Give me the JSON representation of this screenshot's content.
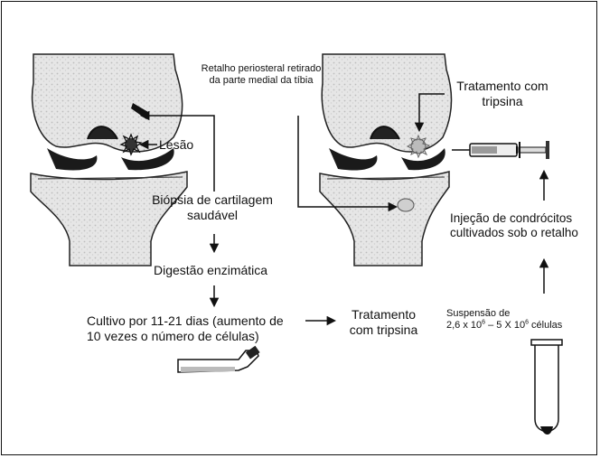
{
  "diagram": {
    "labels": {
      "periosteal_flap": [
        "Retalho periosteral retirado",
        "da parte medial da tíbia"
      ],
      "lesion": "Lesão",
      "biopsy": [
        "Biópsia de cartilagem",
        "saudável"
      ],
      "enzymatic_digestion": "Digestão enzimática",
      "culture": [
        "Cultivo por 11-21 dias (aumento de",
        "10 vezes o número de células)"
      ],
      "trypsin_middle": [
        "Tratamento",
        "com tripsina"
      ],
      "trypsin_top": [
        "Tratamento com",
        "tripsina"
      ],
      "injection": [
        "Injeção de condrócitos",
        "cultivados sob o retalho"
      ],
      "suspension_title": "Suspensão de",
      "suspension_value": {
        "a": "2,6 x 10",
        "a_exp": "6",
        "sep": " – 5 X 10",
        "b_exp": "6",
        "suffix": " células"
      }
    }
  }
}
